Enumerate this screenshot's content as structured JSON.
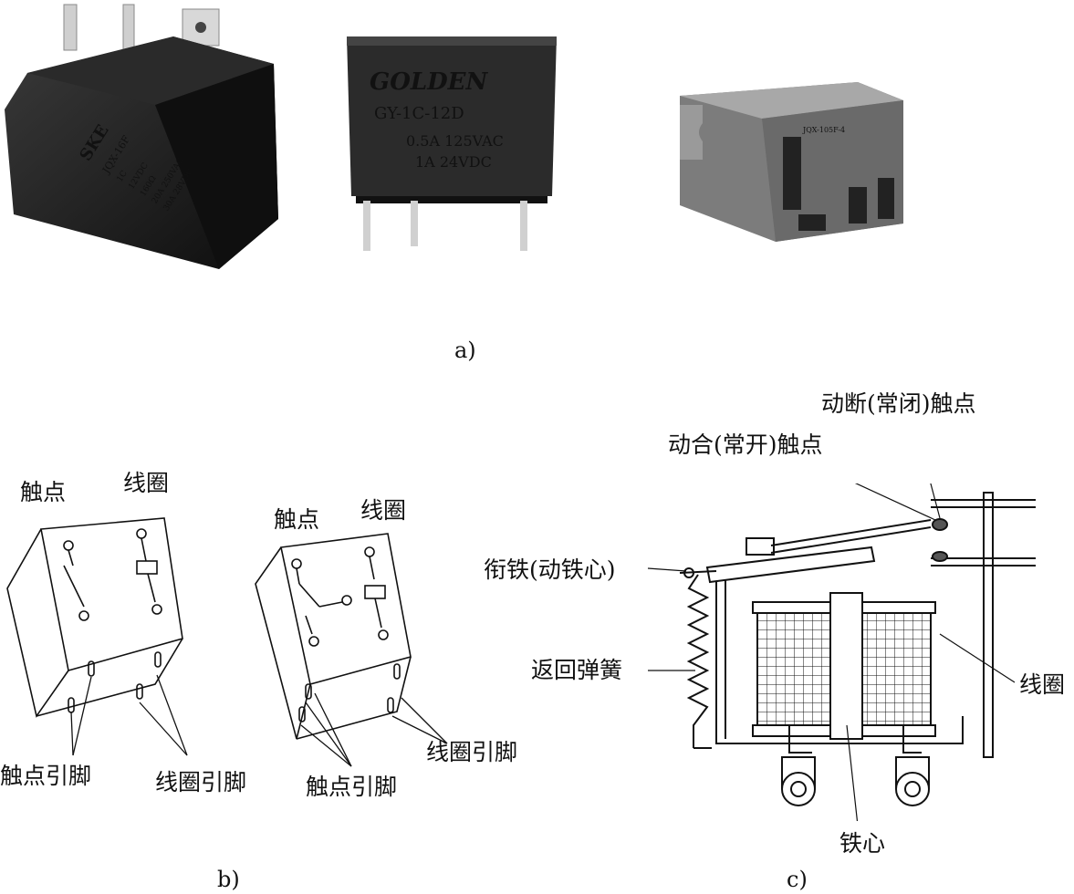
{
  "part_a": {
    "caption": "a)",
    "relay1": {
      "brand": "SKE",
      "model": "JQX-16F",
      "line1": "1C",
      "line2": "12VDC",
      "line3": "160Ω",
      "line4": "20A 250VAC",
      "line5": "30A 28VDC"
    },
    "relay2": {
      "brand": "GOLDEN",
      "model": "GY-1C-12D",
      "rating1": "0.5A  125VAC",
      "rating2": "1A   24VDC"
    },
    "relay3": {
      "model": "JQX-105F-4"
    }
  },
  "part_b": {
    "caption": "b)",
    "left": {
      "contact_label": "触点",
      "coil_label": "线圈",
      "contact_pins_label": "触点引脚",
      "coil_pins_label": "线圈引脚"
    },
    "right": {
      "contact_label": "触点",
      "coil_label": "线圈",
      "contact_pins_label": "触点引脚",
      "coil_pins_label": "线圈引脚"
    }
  },
  "part_c": {
    "caption": "c)",
    "nc_contact": "动断(常闭)触点",
    "no_contact": "动合(常开)触点",
    "armature": "衔铁(动铁心)",
    "return_spring": "返回弹簧",
    "coil": "线圈",
    "core": "铁心"
  },
  "colors": {
    "photo_dark": "#1a1a1a",
    "photo_grey": "#5a5a5a",
    "line": "#111111"
  }
}
